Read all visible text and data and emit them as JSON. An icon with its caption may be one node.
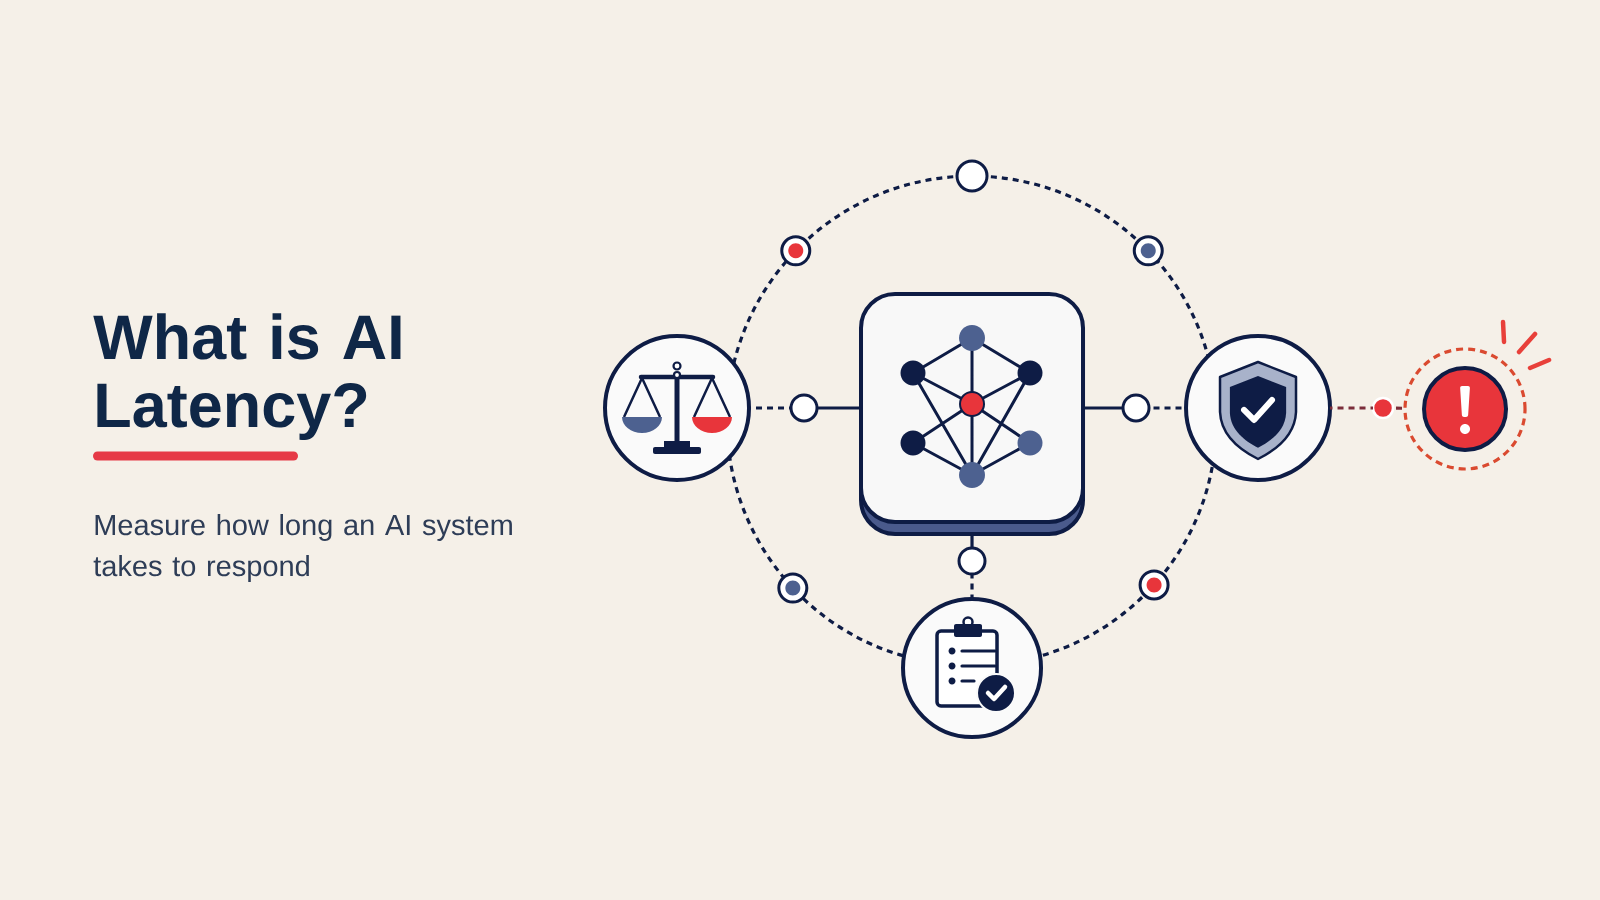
{
  "diagram": {
    "title": "What is AI Latency?",
    "nodes": [
      {
        "text": [],
        "shape": "circle"
      },
      {
        "text": [],
        "shape": "circle"
      },
      {
        "text": [],
        "shape": "circle"
      },
      {
        "text": [],
        "shape": "circle"
      },
      {
        "text": [],
        "shape": "box"
      },
      {
        "text": [],
        "shape": "circle"
      },
      {
        "text": [],
        "shape": "circle"
      },
      {
        "text": [],
        "shape": "circle"
      },
      {
        "text": [],
        "shape": "circle"
      },
      {
        "text": [],
        "shape": "circle"
      },
      {
        "text": [],
        "shape": "circle"
      },
      {
        "text": [],
        "shape": "circle"
      },
      {
        "text": [],
        "shape": "circle"
      },
      {
        "text": [],
        "shape": "circle"
      }
    ],
    "edges": [
      {
        "from": 0,
        "to": 3,
        "arrow": "none",
        "style": "dashed"
      },
      {
        "from": 3,
        "to": 4,
        "arrow": "none"
      },
      {
        "from": 4,
        "to": 8,
        "arrow": "none"
      },
      {
        "from": 8,
        "to": 11,
        "arrow": "none",
        "style": "dashed"
      },
      {
        "from": 4,
        "to": 6,
        "arrow": "none"
      },
      {
        "from": 6,
        "to": 7,
        "arrow": "none",
        "style": "dashed"
      },
      {
        "from": 11,
        "to": 12,
        "arrow": "none",
        "style": "dashed",
        "color": "#7b2d3a"
      },
      {
        "from": 12,
        "to": 13,
        "arrow": "none",
        "style": "dashed",
        "color": "#7b2d3a"
      },
      {
        "from": 0,
        "to": 1,
        "arrow": "none",
        "style": "dashed"
      },
      {
        "from": 1,
        "to": 5,
        "arrow": "none",
        "style": "dashed"
      },
      {
        "from": 5,
        "to": 9,
        "arrow": "none",
        "style": "dashed"
      },
      {
        "from": 9,
        "to": 11,
        "arrow": "none",
        "style": "dashed"
      },
      {
        "from": 11,
        "to": 10,
        "arrow": "none",
        "style": "dashed"
      },
      {
        "from": 10,
        "to": 7,
        "arrow": "none",
        "style": "dashed"
      },
      {
        "from": 7,
        "to": 2,
        "arrow": "none",
        "style": "dashed"
      },
      {
        "from": 2,
        "to": 0,
        "arrow": "none",
        "style": "dashed"
      }
    ],
    "labels": [
      "Measure how long an AI system takes to respond"
    ]
  }
}
